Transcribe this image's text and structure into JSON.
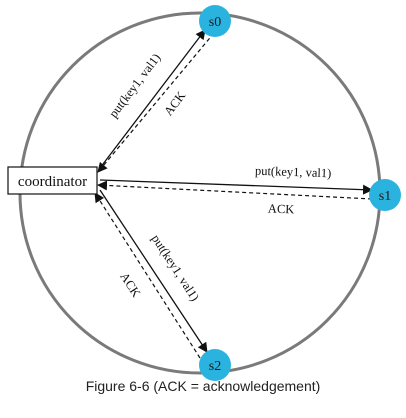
{
  "diagram": {
    "coordinator_label": "coordinator",
    "nodes": {
      "s0": "s0",
      "s1": "s1",
      "s2": "s2"
    },
    "edges": {
      "to_s0_put": "put(key1, val1)",
      "to_s0_ack": "ACK",
      "to_s1_put": "put(key1, val1)",
      "to_s1_ack": "ACK",
      "to_s2_put": "put(key1, val1)",
      "to_s2_ack": "ACK"
    },
    "colors": {
      "ring": "#7a7a7a",
      "node_fill": "#2bb3e0",
      "node_text": "#1a1a1a",
      "arrow": "#111111",
      "coordinator_border": "#111111"
    }
  },
  "caption": "Figure 6-6 (ACK = acknowledgement)"
}
